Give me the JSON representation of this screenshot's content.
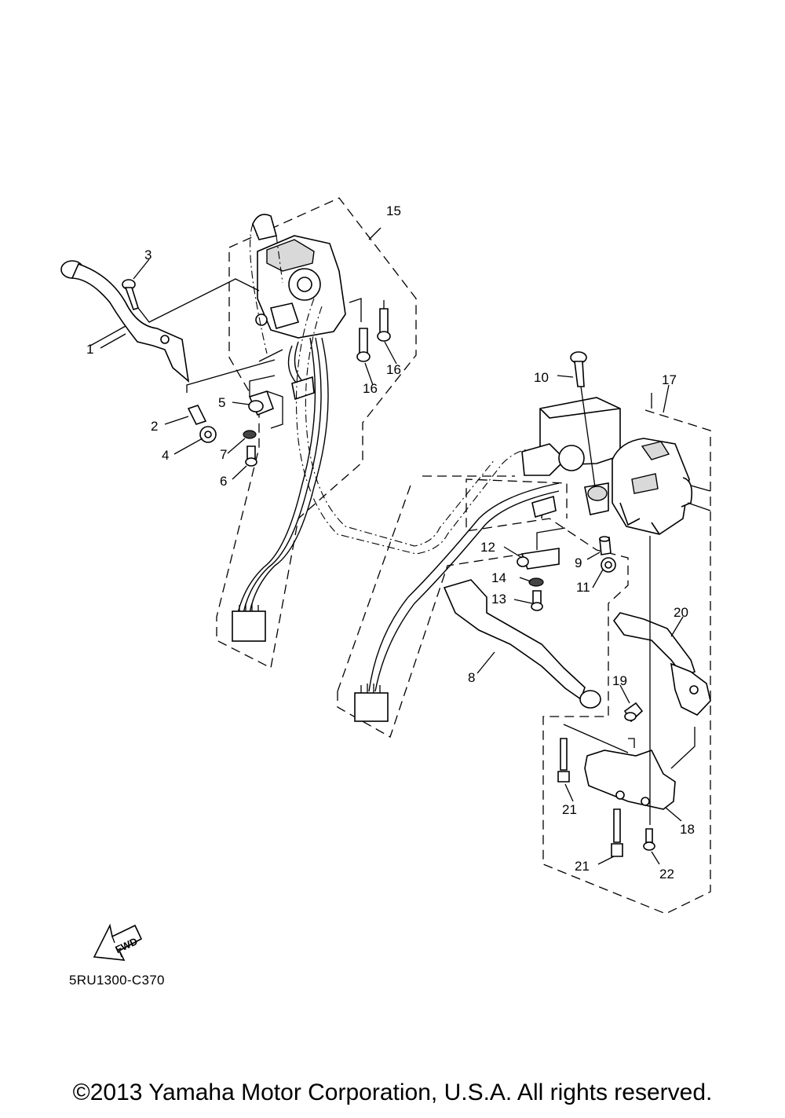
{
  "parts": [
    {
      "id": "1",
      "label": "1"
    },
    {
      "id": "2",
      "label": "2"
    },
    {
      "id": "3",
      "label": "3"
    },
    {
      "id": "4",
      "label": "4"
    },
    {
      "id": "5",
      "label": "5"
    },
    {
      "id": "6",
      "label": "6"
    },
    {
      "id": "7",
      "label": "7"
    },
    {
      "id": "8",
      "label": "8"
    },
    {
      "id": "9",
      "label": "9"
    },
    {
      "id": "10",
      "label": "10"
    },
    {
      "id": "11",
      "label": "11"
    },
    {
      "id": "12",
      "label": "12"
    },
    {
      "id": "13",
      "label": "13"
    },
    {
      "id": "14",
      "label": "14"
    },
    {
      "id": "15",
      "label": "15"
    },
    {
      "id": "16a",
      "label": "16"
    },
    {
      "id": "16b",
      "label": "16"
    },
    {
      "id": "17",
      "label": "17"
    },
    {
      "id": "18",
      "label": "18"
    },
    {
      "id": "19",
      "label": "19"
    },
    {
      "id": "20",
      "label": "20"
    },
    {
      "id": "21a",
      "label": "21"
    },
    {
      "id": "21b",
      "label": "21"
    },
    {
      "id": "22",
      "label": "22"
    }
  ],
  "fwd_arrow_text": "FWD",
  "diagram_code": "5RU1300-C370",
  "copyright": "©2013 Yamaha Motor Corporation, U.S.A. All rights reserved."
}
